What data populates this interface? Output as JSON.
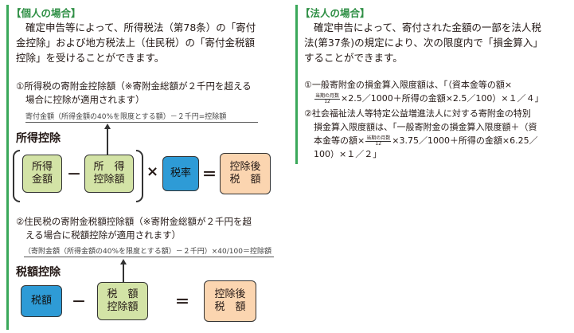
{
  "individual": {
    "heading": "【個人の場合】",
    "intro_lines": [
      "確定申告等によって、所得税法（第78条）の「寄付",
      "金控除」および地方税法上（住民税）の「寄付金税額",
      "控除」を受けることができます。"
    ],
    "item1_lines": [
      "①所得税の寄附金控除額（※寄附金総額が２千円を超える",
      "場合に控除が適用されます）"
    ],
    "item1_formula": "寄付金額（所得金額の40%を限度とする額）－２千円=控除額",
    "deduction1": {
      "label": "所得控除",
      "box_income": [
        "所得",
        "金額"
      ],
      "minus": "－",
      "box_deduction": [
        "所　得",
        "控除額"
      ],
      "times": "×",
      "box_rate": "税率",
      "equals": "＝",
      "box_after": [
        "控除後",
        "税　額"
      ]
    },
    "item2_lines": [
      "②住民税の寄附金税額控除額（※寄附金総額が２千円を超",
      "える場合に税額控除が適用されます）"
    ],
    "item2_formula": "（寄附金額（所得金額の40%を限度とする額）－２千円）×40/100＝控除額",
    "deduction2": {
      "label": "税額控除",
      "box_tax": "税額",
      "minus": "－",
      "box_deduction": [
        "税　額",
        "控除額"
      ],
      "equals": "＝",
      "box_after": [
        "控除後",
        "税　額"
      ]
    }
  },
  "corporate": {
    "heading": "【法人の場合】",
    "intro_lines": [
      "確定申告によって、寄付された金額の一部を法人税",
      "法(第37条)の規定により、次の限度内で「損金算入」",
      "することができます。"
    ],
    "item1": {
      "line1": "①一般寄附金の損金算入限度額は、「（資本金等の額×",
      "frac_num": "当期の月数",
      "frac_den": "12",
      "line2_rest": "×2.5／1000＋所得の金額×2.5／100）×１／４」"
    },
    "item2": {
      "line1": "②社会福祉法人等特定公益増進法人に対する寄附金の特別",
      "line2": "損金算入限度額は、｢一般寄附金の損金算入限度額＋（資",
      "line3_pre": "本金等の額×",
      "frac_num": "当期の月数",
      "frac_den": "12",
      "line3_rest": "×3.75／1000＋所得の金額×6.25／",
      "line4": "100）×１／２」"
    }
  },
  "colors": {
    "accent_green": "#3aa85a",
    "box_green": "#d3e3a6",
    "box_blue": "#2e9bd6",
    "box_peach": "#fbd5b0"
  }
}
